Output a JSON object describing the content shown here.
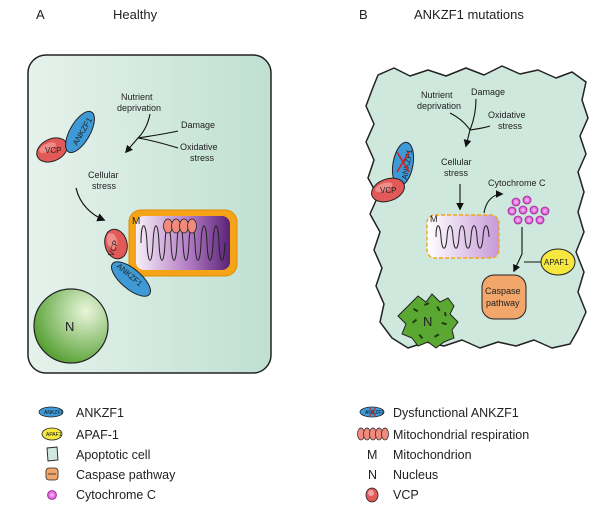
{
  "panel_a": {
    "letter": "A",
    "title": "Healthy",
    "nutrient_line1": "Nutrient",
    "nutrient_line2": "deprivation",
    "damage": "Damage",
    "oxidative_line1": "Oxidative",
    "oxidative_line2": "stress",
    "cellular_line1": "Cellular",
    "cellular_line2": "stress",
    "vcp": "VCP",
    "ankzf1": "ANKZF1",
    "mito_label": "M",
    "nucleus": "N"
  },
  "panel_b": {
    "letter": "B",
    "title": "ANKZF1 mutations",
    "nutrient_line1": "Nutrient",
    "nutrient_line2": "deprivation",
    "damage": "Damage",
    "oxidative_line1": "Oxidative",
    "oxidative_line2": "stress",
    "cellular_line1": "Cellular",
    "cellular_line2": "stress",
    "cytochrome": "Cytochrome C",
    "vcp": "VCP",
    "ankzf1": "ANKZF1",
    "apaf1": "APAF1",
    "caspase_line1": "Caspase",
    "caspase_line2": "pathway",
    "mito_label": "M",
    "nucleus": "N"
  },
  "legend_left": [
    {
      "icon": "ankzf1-icon",
      "label": "ANKZF1",
      "icon_text": "ANKZF1"
    },
    {
      "icon": "apaf1-icon",
      "label": "APAF-1",
      "icon_text": "APAF1"
    },
    {
      "icon": "apoptotic-cell-icon",
      "label": "Apoptotic cell"
    },
    {
      "icon": "caspase-pathway-icon",
      "label": "Caspase pathway"
    },
    {
      "icon": "cytochrome-c-icon",
      "label": "Cytochrome C"
    }
  ],
  "legend_right": [
    {
      "icon": "dysfunctional-ankzf1-icon",
      "label": "Dysfunctional ANKZF1",
      "icon_text": "ANKZF1"
    },
    {
      "icon": "mitochondrial-respiration-icon",
      "label": "Mitochondrial respiration"
    },
    {
      "icon": "m-letter",
      "label": "Mitochondrion",
      "icon_text": "M"
    },
    {
      "icon": "n-letter",
      "label": "Nucleus",
      "icon_text": "N"
    },
    {
      "icon": "vcp-icon",
      "label": "VCP"
    }
  ],
  "colors": {
    "cell_fill": "#cfe8dd",
    "mito_orange": "#f5a418",
    "mito_purple": "#7b3a9a",
    "vcp_red": "#e15a57",
    "ankzf1_blue": "#3d9ad6",
    "nucleus_green": "#5aa832",
    "cytochrome_magenta": "#d53fcf",
    "apaf1_yellow": "#f5e640",
    "caspase_orange": "#f2a66a"
  }
}
